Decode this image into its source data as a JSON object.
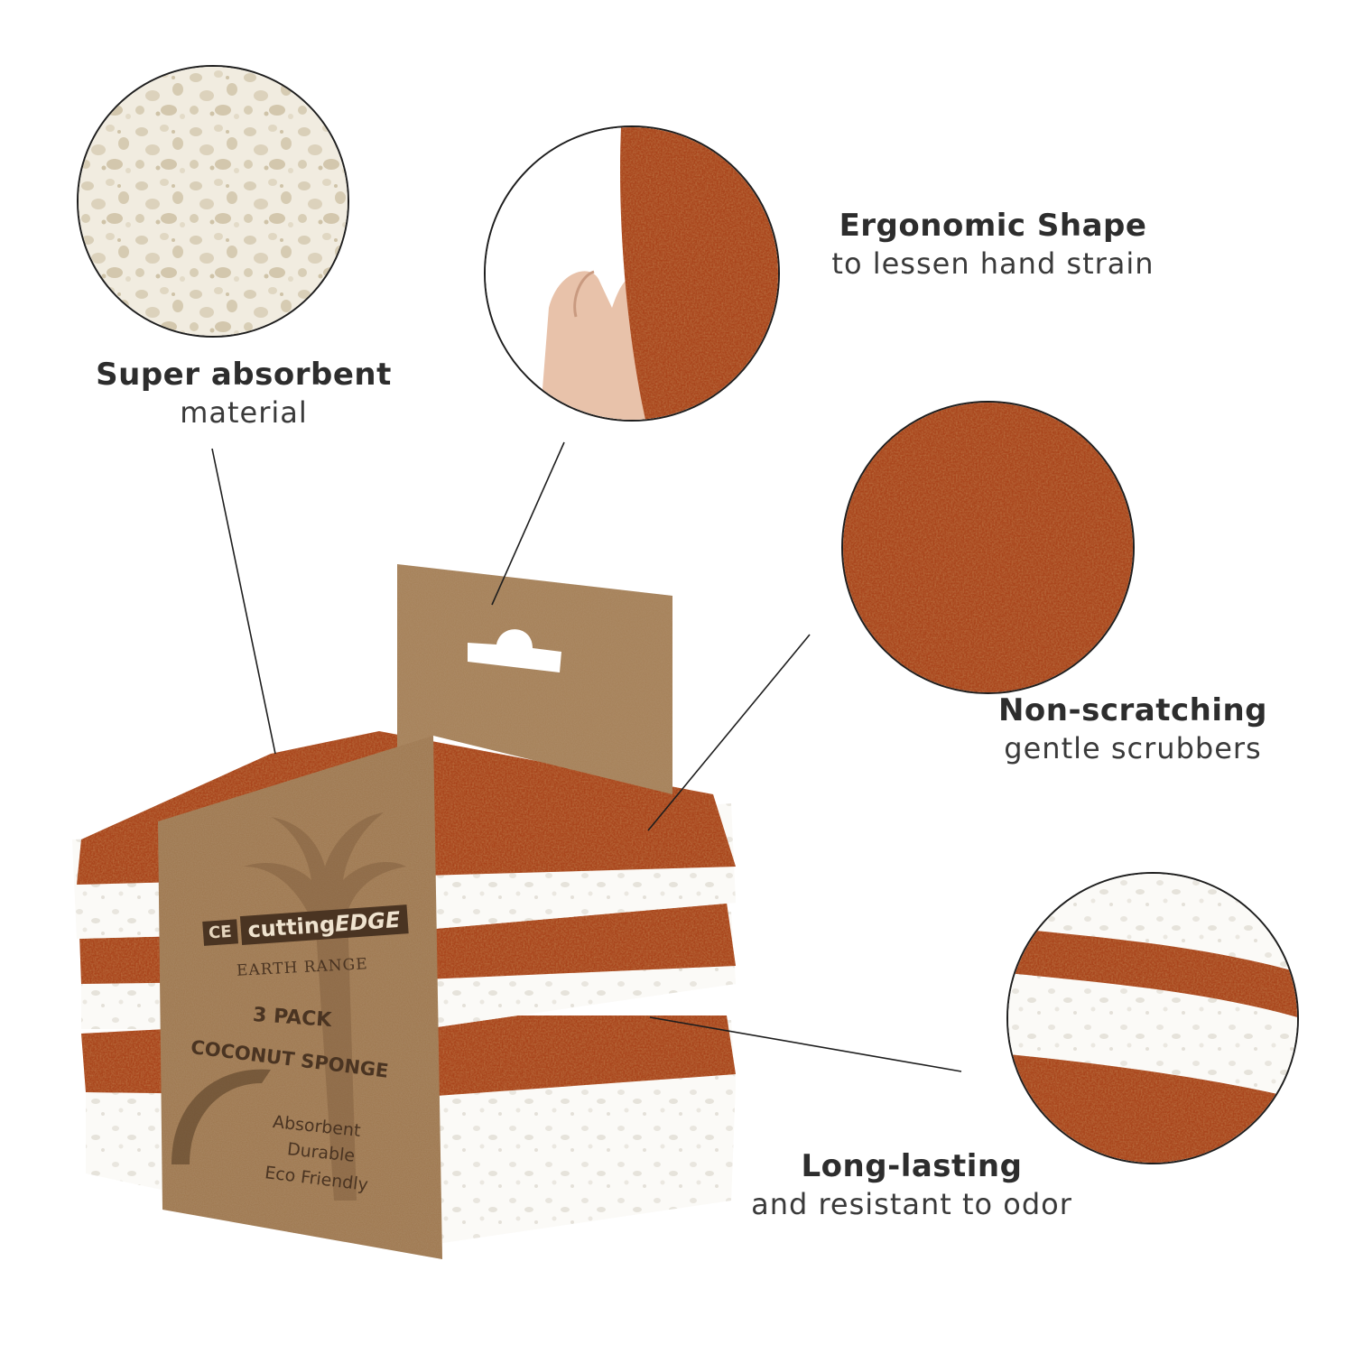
{
  "features": {
    "absorbent": {
      "title": "Super absorbent",
      "subtitle": "material"
    },
    "ergonomic": {
      "title": "Ergonomic Shape",
      "subtitle": "to lessen hand strain"
    },
    "scratching": {
      "title": "Non-scratching",
      "subtitle": "gentle scrubbers"
    },
    "lasting": {
      "title": "Long-lasting",
      "subtitle": "and resistant to odor"
    }
  },
  "package": {
    "brand_mark": "CE",
    "brand_plain": "cutting",
    "brand_bold": "EDGE",
    "range": "EARTH RANGE",
    "line1": "3 PACK",
    "line2": "COCONUT SPONGE",
    "bullet1": "Absorbent",
    "bullet2": "Durable",
    "bullet3": "Eco Friendly"
  },
  "colors": {
    "coconut": "#a9451c",
    "sponge": "#fbfaf7",
    "kraft": "#a7825a",
    "line": "#1e1e1e"
  }
}
